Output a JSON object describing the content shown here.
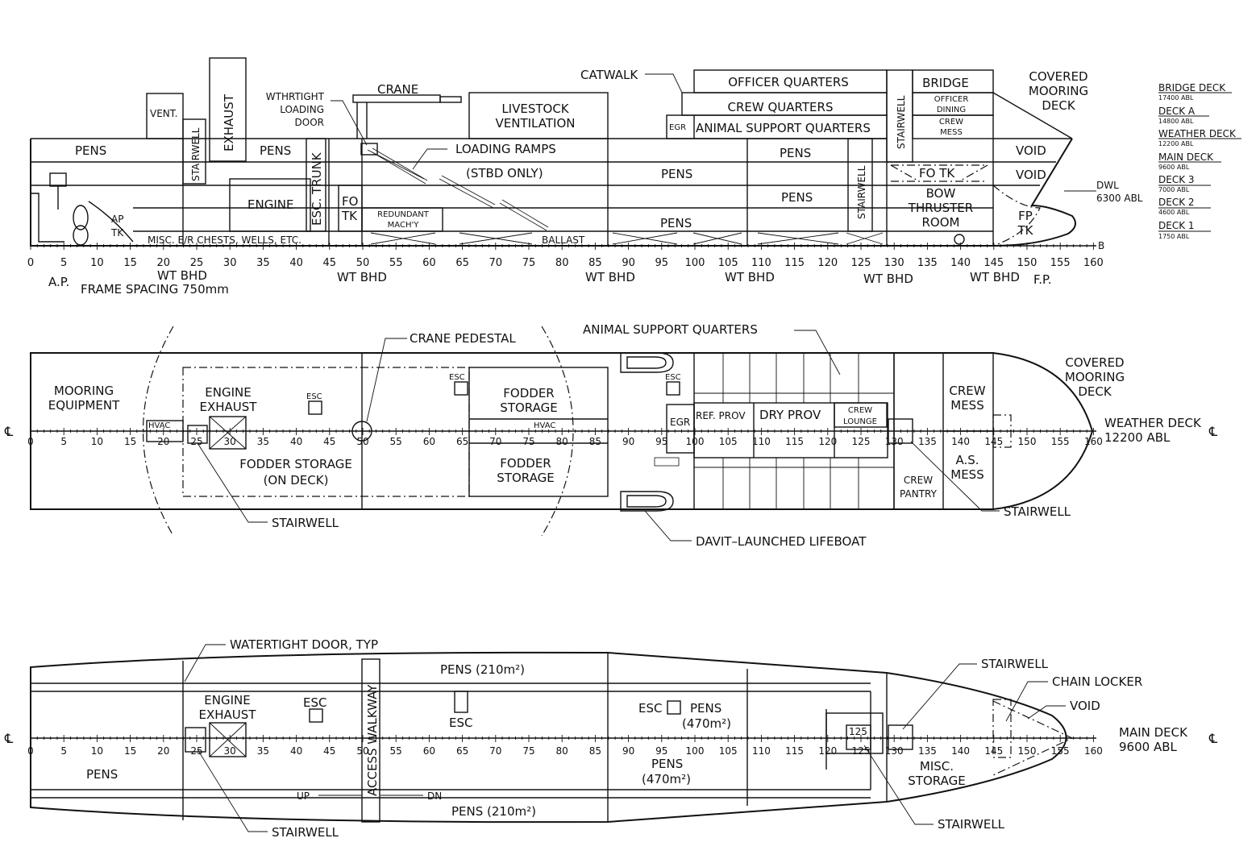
{
  "profile": {
    "catwalk": "CATWALK",
    "crane": "CRANE",
    "vent": "VENT.",
    "exhaust": "EXHAUST",
    "stairwell": "STAIRWELL",
    "wthrtight_door": [
      "WTHRTIGHT",
      "LOADING",
      "DOOR"
    ],
    "livestock_vent": [
      "LIVESTOCK",
      "VENTILATION"
    ],
    "officer_quarters": "OFFICER  QUARTERS",
    "crew_quarters": "CREW  QUARTERS",
    "egr": "EGR",
    "animal_support": "ANIMAL  SUPPORT  QUARTERS",
    "bridge": "BRIDGE",
    "officer_dining": [
      "OFFICER",
      "DINING"
    ],
    "crew_mess": [
      "CREW",
      "MESS"
    ],
    "covered_mooring": [
      "COVERED",
      "MOORING",
      "DECK"
    ],
    "pens": "PENS",
    "loading_ramps": "LOADING  RAMPS",
    "stbd_only": "(STBD  ONLY)",
    "void": "VOID",
    "fo_tk": "FO  TK",
    "fo": "FO",
    "tk": "TK",
    "engine": "ENGINE",
    "esc_trunk": "ESC. TRUNK",
    "redundant": [
      "REDUNDANT",
      "MACH'Y"
    ],
    "bow_thruster": [
      "BOW",
      "THRUSTER",
      "ROOM"
    ],
    "fp_tk": [
      "FP",
      "TK"
    ],
    "ap_tk": [
      "AP",
      "TK"
    ],
    "misc": "MISC.  E/R  CHESTS,  WELLS,  ETC.",
    "ballast": "BALLAST",
    "dwl": "DWL",
    "dwl_abl": "6300  ABL",
    "ap": "A.P.",
    "fp": "F.P.",
    "frame_spacing": "FRAME  SPACING  750mm",
    "wt_bhd": "WT  BHD",
    "b_mark": "B",
    "deck_levels": [
      {
        "name": "BRIDGE  DECK",
        "abl": "17400  ABL"
      },
      {
        "name": "DECK  A",
        "abl": "14800  ABL"
      },
      {
        "name": "WEATHER  DECK",
        "abl": "12200  ABL"
      },
      {
        "name": "MAIN  DECK",
        "abl": "9600  ABL"
      },
      {
        "name": "DECK  3",
        "abl": "7000  ABL"
      },
      {
        "name": "DECK  2",
        "abl": "4600  ABL"
      },
      {
        "name": "DECK  1",
        "abl": "1750  ABL"
      }
    ],
    "frame_ticks": [
      "0",
      "5",
      "10",
      "15",
      "20",
      "25",
      "30",
      "35",
      "40",
      "45",
      "50",
      "55",
      "60",
      "65",
      "70",
      "75",
      "80",
      "85",
      "90",
      "95",
      "100",
      "105",
      "110",
      "115",
      "120",
      "125",
      "130",
      "135",
      "140",
      "145",
      "150",
      "155",
      "160"
    ]
  },
  "weather_deck": {
    "crane_pedestal": "CRANE  PEDESTAL",
    "animal_support": "ANIMAL  SUPPORT  QUARTERS",
    "mooring_equipment": [
      "MOORING",
      "EQUIPMENT"
    ],
    "engine_exhaust": [
      "ENGINE",
      "EXHAUST"
    ],
    "esc": "ESC",
    "fodder_storage": [
      "FODDER",
      "STORAGE"
    ],
    "fodder_on_deck": [
      "FODDER  STORAGE",
      "(ON  DECK)"
    ],
    "hvac": "HVAC",
    "egr": "EGR",
    "ref_prov": "REF.  PROV",
    "dry_prov": "DRY  PROV",
    "crew_lounge": [
      "CREW",
      "LOUNGE"
    ],
    "crew_mess": [
      "CREW",
      "MESS"
    ],
    "as_mess": [
      "A.S.",
      "MESS"
    ],
    "crew_pantry": [
      "CREW",
      "PANTRY"
    ],
    "covered_mooring": [
      "COVERED",
      "MOORING",
      "DECK"
    ],
    "stairwell": "STAIRWELL",
    "lifeboat": "DAVIT–LAUNCHED  LIFEBOAT",
    "deck_name": "WEATHER  DECK",
    "deck_abl": "12200  ABL",
    "cl": "℄"
  },
  "main_deck": {
    "watertight_door": "WATERTIGHT  DOOR,  TYP",
    "pens_210": "PENS  (210m²)",
    "pens_470_a": [
      "PENS",
      "(470m²)"
    ],
    "pens_470_b": [
      "PENS",
      "(470m²)"
    ],
    "engine_exhaust": [
      "ENGINE",
      "EXHAUST"
    ],
    "esc": "ESC",
    "access_walkway": "ACCESS  WALKWAY",
    "pens": "PENS",
    "up": "UP",
    "dn": "DN",
    "misc_storage": [
      "MISC.",
      "STORAGE"
    ],
    "stairwell": "STAIRWELL",
    "chain_locker": "CHAIN  LOCKER",
    "void": "VOID",
    "frame_125": "125",
    "deck_name": "MAIN  DECK",
    "deck_abl": "9600  ABL",
    "cl": "℄"
  }
}
